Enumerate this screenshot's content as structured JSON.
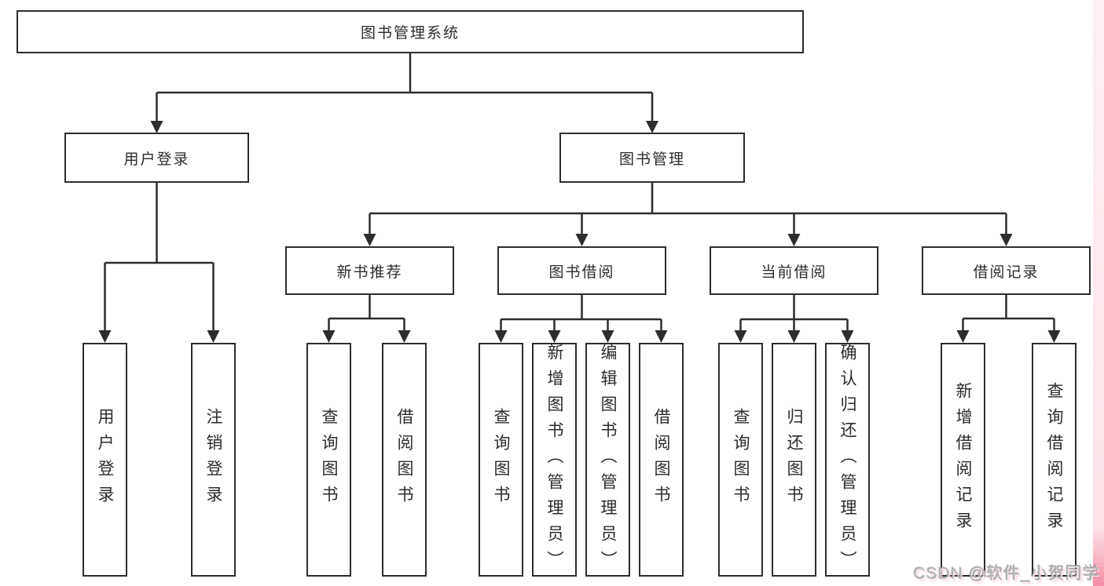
{
  "diagram": {
    "root": {
      "label": "图书管理系统"
    },
    "level1": [
      {
        "label": "用户登录"
      },
      {
        "label": "图书管理"
      }
    ],
    "level2": [
      {
        "label": "新书推荐"
      },
      {
        "label": "图书借阅"
      },
      {
        "label": "当前借阅"
      },
      {
        "label": "借阅记录"
      }
    ],
    "leaves": {
      "user_login": [
        {
          "label": "用户登录"
        },
        {
          "label": "注销登录"
        }
      ],
      "new_book_recommend": [
        {
          "label": "查询图书"
        },
        {
          "label": "借阅图书"
        }
      ],
      "book_borrowing": [
        {
          "label": "查询图书"
        },
        {
          "label": "新增图书（管理员）"
        },
        {
          "label": "编辑图书（管理员）"
        },
        {
          "label": "借阅图书"
        }
      ],
      "current_borrowing": [
        {
          "label": "查询图书"
        },
        {
          "label": "归还图书"
        },
        {
          "label": "确认归还（管理员）"
        }
      ],
      "borrowing_records": [
        {
          "label": "新增借阅记录"
        },
        {
          "label": "查询借阅记录"
        }
      ]
    }
  },
  "watermark": {
    "text": "CSDN @软件_小贺同学"
  },
  "colors": {
    "line": "#2d2d2d",
    "text": "#2b2b2b",
    "watermark_gray": "#b4b6b9",
    "watermark_pink": "#f36e8c",
    "edge_strip_pink": "#f37a96"
  }
}
